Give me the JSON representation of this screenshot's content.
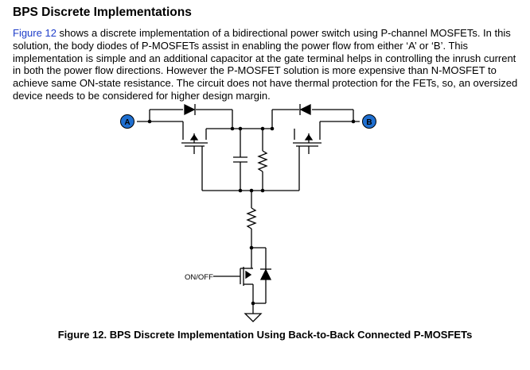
{
  "section": {
    "heading": "BPS Discrete Implementations",
    "paragraph": {
      "link_text": "Figure 12",
      "text": " shows a discrete implementation of a bidirectional power switch using P-channel MOSFETs. In this solution, the body diodes of P-MOSFETs assist in enabling the power flow from either ‘A’ or ‘B’. This implementation is simple and an additional capacitor at the gate terminal helps in controlling the inrush current in both the power flow directions. However the P-MOSFET solution is more expensive than N-MOSFET to achieve same ON-state resistance. The circuit does not have thermal protection for the FETs, so, an oversized device needs to be considered for higher design margin."
    }
  },
  "figure": {
    "node_a": "A",
    "node_b": "B",
    "control_label": "ON/OFF",
    "colors": {
      "node_fill": "#1f6fd0",
      "line": "#000000"
    },
    "caption": "Figure 12. BPS Discrete Implementation Using Back-to-Back Connected P-MOSFETs"
  }
}
